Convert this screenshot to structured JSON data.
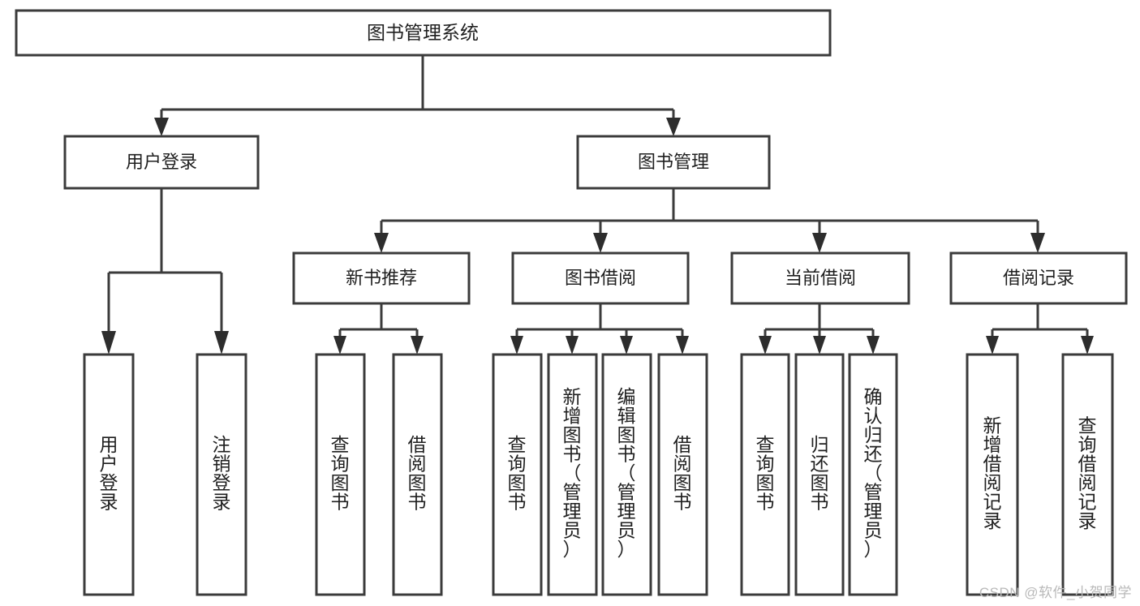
{
  "diagram": {
    "type": "tree",
    "title": "图书管理系统",
    "watermark": "CSDN @软件_小贺同学",
    "root": {
      "id": "root",
      "label": "图书管理系统"
    },
    "level2": [
      {
        "id": "user-login",
        "label": "用户登录"
      },
      {
        "id": "book-management",
        "label": "图书管理"
      }
    ],
    "level3": [
      {
        "id": "new-book-recommend",
        "label": "新书推荐",
        "parent": "book-management"
      },
      {
        "id": "book-borrow",
        "label": "图书借阅",
        "parent": "book-management"
      },
      {
        "id": "current-borrow",
        "label": "当前借阅",
        "parent": "book-management"
      },
      {
        "id": "borrow-record",
        "label": "借阅记录",
        "parent": "book-management"
      }
    ],
    "leaves": [
      {
        "id": "leaf-user-login",
        "label": "用户登录",
        "parent": "user-login"
      },
      {
        "id": "leaf-logout-login",
        "label": "注销登录",
        "parent": "user-login"
      },
      {
        "id": "leaf-query-book-1",
        "label": "查询图书",
        "parent": "new-book-recommend"
      },
      {
        "id": "leaf-borrow-book-1",
        "label": "借阅图书",
        "parent": "new-book-recommend"
      },
      {
        "id": "leaf-query-book-2",
        "label": "查询图书",
        "parent": "book-borrow"
      },
      {
        "id": "leaf-add-book",
        "label": "新增图书（管理员）",
        "parent": "book-borrow"
      },
      {
        "id": "leaf-edit-book",
        "label": "编辑图书（管理员）",
        "parent": "book-borrow"
      },
      {
        "id": "leaf-borrow-book-2",
        "label": "借阅图书",
        "parent": "book-borrow"
      },
      {
        "id": "leaf-query-book-3",
        "label": "查询图书",
        "parent": "current-borrow"
      },
      {
        "id": "leaf-return-book",
        "label": "归还图书",
        "parent": "current-borrow"
      },
      {
        "id": "leaf-confirm-return",
        "label": "确认归还（管理员）",
        "parent": "current-borrow"
      },
      {
        "id": "leaf-add-record",
        "label": "新增借阅记录",
        "parent": "borrow-record"
      },
      {
        "id": "leaf-query-record",
        "label": "查询借阅记录",
        "parent": "borrow-record"
      }
    ],
    "colors": {
      "box_stroke": "#3b3b3b",
      "box_fill": "#ffffff",
      "text": "#1f1f1f",
      "watermark": "#b9b9b9",
      "background": "#ffffff"
    }
  }
}
